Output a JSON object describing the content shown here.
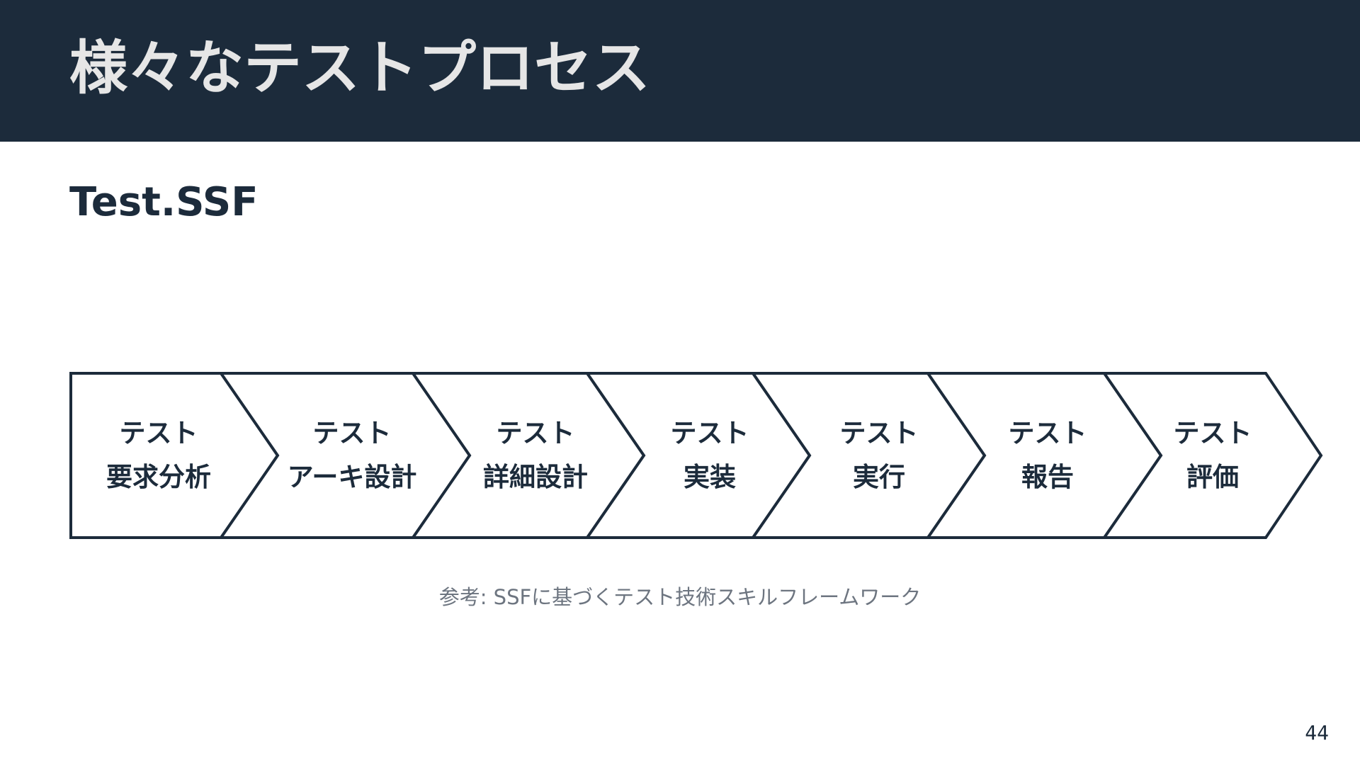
{
  "slide": {
    "title": "様々なテストプロセス",
    "subtitle": "Test.SSF",
    "reference": "参考: SSFに基づくテスト技術スキルフレームワーク",
    "page_number": "44"
  },
  "colors": {
    "header_background": "#1c2b3b",
    "title_text": "#e6e6e6",
    "outline": "#1c2b3b",
    "reference_text": "#6d7580"
  },
  "process": {
    "steps": [
      {
        "line1": "テスト",
        "line2": "要求分析"
      },
      {
        "line1": "テスト",
        "line2": "アーキ設計"
      },
      {
        "line1": "テスト",
        "line2": "詳細設計"
      },
      {
        "line1": "テスト",
        "line2": "実装"
      },
      {
        "line1": "テスト",
        "line2": "実行"
      },
      {
        "line1": "テスト",
        "line2": "報告"
      },
      {
        "line1": "テスト",
        "line2": "評価"
      }
    ]
  }
}
